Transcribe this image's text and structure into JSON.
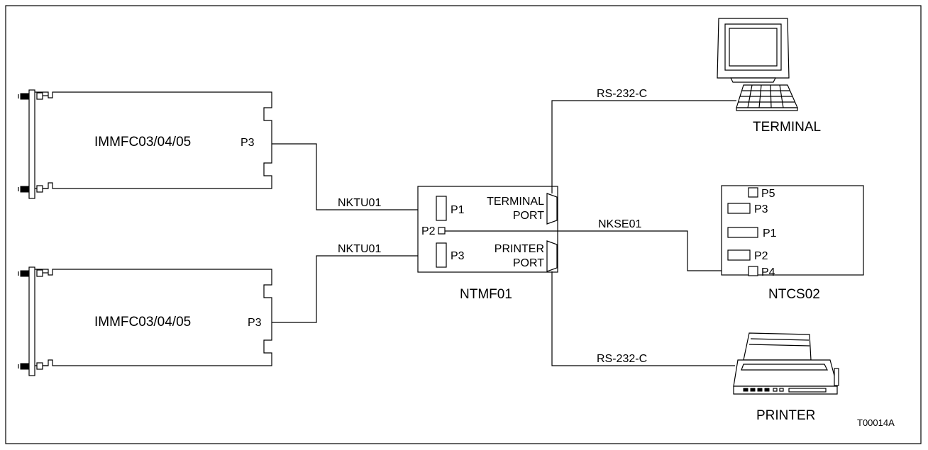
{
  "boards": {
    "upper_mfc": {
      "name": "IMMFC03/04/05",
      "connector": "P3"
    },
    "lower_mfc": {
      "name": "IMMFC03/04/05",
      "connector": "P3"
    }
  },
  "ntmf01": {
    "name": "NTMF01",
    "p1": "P1",
    "p2": "P2",
    "p3": "P3",
    "terminal_port": [
      "TERMINAL",
      "PORT"
    ],
    "printer_port": [
      "PRINTER",
      "PORT"
    ]
  },
  "ntcs02": {
    "name": "NTCS02",
    "p5": "P5",
    "p3": "P3",
    "p1": "P1",
    "p2": "P2",
    "p4": "P4"
  },
  "cables": {
    "upper_nktu": "NKTU01",
    "lower_nktu": "NKTU01",
    "nkse": "NKSE01",
    "terminal_link": "RS-232-C",
    "printer_link": "RS-232-C"
  },
  "devices": {
    "terminal": "TERMINAL",
    "printer": "PRINTER"
  },
  "figure_id": "T00014A"
}
